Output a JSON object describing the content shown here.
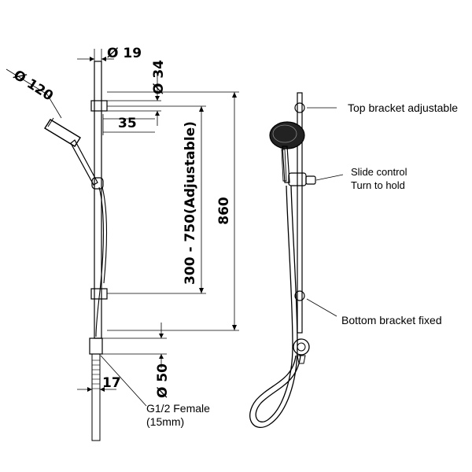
{
  "dimensions": {
    "bar_diameter": "Ø 19",
    "bracket_diameter": "Ø 34",
    "head_diameter": "Ø 120",
    "bracket_offset": "35",
    "adjustable_range": "300 - 750(Adjustable)",
    "total_height": "860",
    "outlet_width": "17",
    "outlet_diameter": "Ø 50"
  },
  "callouts": {
    "connection_line1": "G1/2 Female",
    "connection_line2": "(15mm)",
    "top_bracket": "Top bracket adjustable",
    "slide_control_line1": "Slide control",
    "slide_control_line2": "Turn to hold",
    "bottom_bracket": "Bottom bracket fixed"
  },
  "colors": {
    "line": "#000000",
    "background": "#ffffff",
    "showerhead_face": "#222222"
  }
}
